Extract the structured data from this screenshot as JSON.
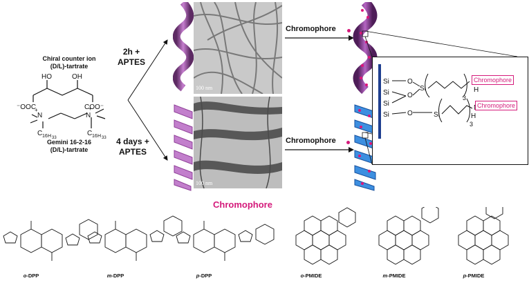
{
  "left_panel": {
    "counter_ion_line1": "Chiral counter ion",
    "counter_ion_line2": "(D/L)-tartrate",
    "gemini_line1": "Gemini 16-2-16",
    "gemini_line2": "(D/L)-tartrate"
  },
  "conditions": {
    "upper_line1": "2h +",
    "upper_line2": "APTES",
    "lower_line1": "4 days +",
    "lower_line2": "APTES"
  },
  "tem": {
    "scale_upper": "100 nm",
    "scale_lower": "100 nm"
  },
  "arrows": {
    "upper_label": "Chromophore",
    "lower_label": "Chromophore"
  },
  "inset": {
    "chromophore_1": "Chromophore",
    "chromophore_2": "Chromophore",
    "subscript_3a": "3",
    "subscript_3b": "3"
  },
  "section_title": "Chromophore",
  "molecules": [
    {
      "prefix": "o",
      "name": "-DPP"
    },
    {
      "prefix": "m",
      "name": "-DPP"
    },
    {
      "prefix": "p",
      "name": "-DPP"
    },
    {
      "prefix": "o",
      "name": "-PMIDE"
    },
    {
      "prefix": "m",
      "name": "-PMIDE"
    },
    {
      "prefix": "p",
      "name": "-PMIDE"
    }
  ],
  "colors": {
    "accent": "#d4197a",
    "helix_purple": "#a94fb0",
    "helix_blue": "#1f6fd0",
    "inset_bar": "#1f3f8f"
  }
}
